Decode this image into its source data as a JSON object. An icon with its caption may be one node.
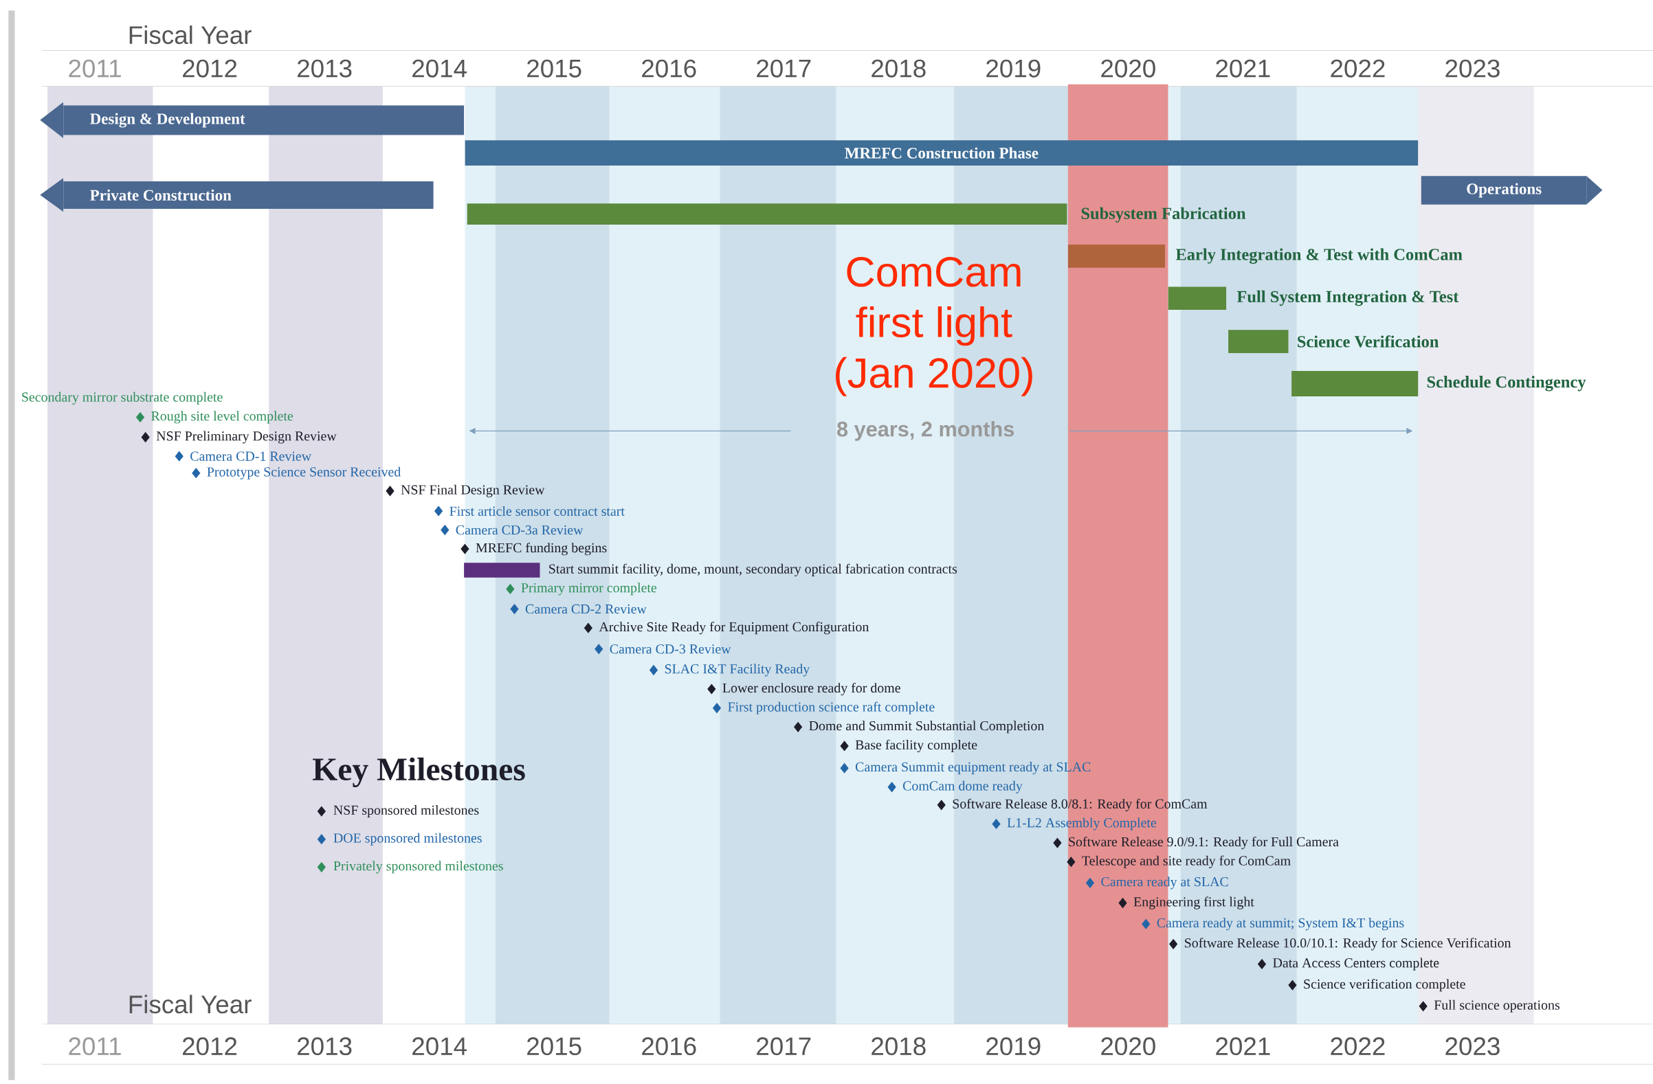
{
  "diagram": {
    "nodes": [
      {
        "text": [
          "Design & Development"
        ]
      },
      {
        "text": [
          "MREFC Construction Phase"
        ]
      },
      {
        "text": [
          "Private Construction"
        ]
      },
      {
        "text": [
          "Operations"
        ]
      },
      {
        "text": [],
        "shape": "bar",
        "beside": [
          "Subsystem Fabrication"
        ]
      },
      {
        "text": [],
        "shape": "bar",
        "beside": [
          "Early Integration & Test with ComCam"
        ]
      },
      {
        "text": [],
        "shape": "bar",
        "beside": [
          "Full System Integration & Test"
        ]
      },
      {
        "text": [],
        "shape": "bar",
        "beside": [
          "Science Verification"
        ]
      },
      {
        "text": [],
        "shape": "bar",
        "beside": [
          "Schedule Contingency"
        ]
      },
      {
        "text": [],
        "shape": "bar",
        "beside": [
          "Start summit facility, dome, mount, secondary optical fabrication contracts"
        ]
      }
    ],
    "labels": [
      "Fiscal Year",
      "2011",
      "2012",
      "2013",
      "2014",
      "2015",
      "2016",
      "2017",
      "2018",
      "2019",
      "2020",
      "2021",
      "2022",
      "2023",
      "ComCam first light (Jan 2020)",
      "8 years, 2 months",
      "Secondary mirror substrate complete",
      "Rough site level complete",
      "NSF Preliminary Design Review",
      "Camera CD-1 Review",
      "Prototype Science Sensor Received",
      "NSF Final Design Review",
      "First article sensor contract start",
      "Camera CD-3a Review",
      "MREFC funding begins",
      "Primary mirror complete",
      "Camera CD-2 Review",
      "Archive Site Ready for Equipment Configuration",
      "Camera CD-3 Review",
      "SLAC I&T Facility Ready",
      "Lower enclosure ready for dome",
      "First production science raft complete",
      "Dome and Summit Substantial Completion",
      "Base facility complete",
      "Camera Summit equipment ready at SLAC",
      "ComCam dome ready",
      "Software Release 8.0/8.1: Ready for ComCam",
      "L1-L2 Assembly Complete",
      "Software Release 9.0/9.1: Ready for Full Camera",
      "Telescope and site ready for ComCam",
      "Camera ready at SLAC",
      "Engineering first light",
      "Camera ready at summit; System I&T begins",
      "Software Release 10.0/10.1: Ready for Science Verification",
      "Data Access Centers complete",
      "Science verification complete",
      "Full science operations",
      "Key Milestones",
      "Fiscal Year",
      "2011",
      "2012",
      "2013",
      "2014",
      "2015",
      "2016",
      "2017",
      "2018",
      "2019",
      "2020",
      "2021",
      "2022",
      "2023"
    ],
    "legend": [
      {
        "text": "NSF sponsored milestones"
      },
      {
        "text": "DOE sponsored milestones"
      },
      {
        "text": "Privately sponsored milestones"
      }
    ]
  }
}
